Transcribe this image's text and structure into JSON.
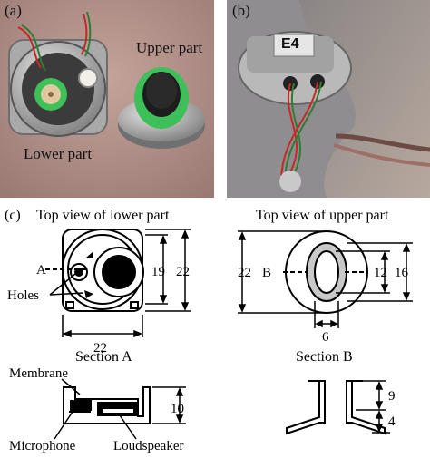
{
  "photos": {
    "a": {
      "label": "(a)",
      "upper_part": "Upper part",
      "lower_part": "Lower part"
    },
    "b": {
      "label": "(b)",
      "tag": "E4"
    }
  },
  "panel_c": {
    "label": "(c)",
    "top_lower_title": "Top view of lower part",
    "top_upper_title": "Top view of upper part",
    "section_a": "Section A",
    "section_b": "Section B",
    "labels": {
      "a_marker": "A",
      "b_marker": "B",
      "holes": "Holes",
      "membrane": "Membrane",
      "microphone": "Microphone",
      "loudspeaker": "Loudspeaker"
    },
    "dimensions": {
      "lower_width": "22",
      "lower_inner_height": "19",
      "lower_outer_height": "22",
      "upper_outer_height": "22",
      "upper_inner_height": "12",
      "upper_right_height": "16",
      "upper_width": "6",
      "section_a_height": "10",
      "section_b_upper": "9",
      "section_b_lower": "4"
    }
  },
  "colors": {
    "green": "#3fbf5a",
    "metal": "#9a9a9a",
    "photo_bg_a": "#b3918a",
    "photo_bg_b": "#8f8d8f"
  }
}
